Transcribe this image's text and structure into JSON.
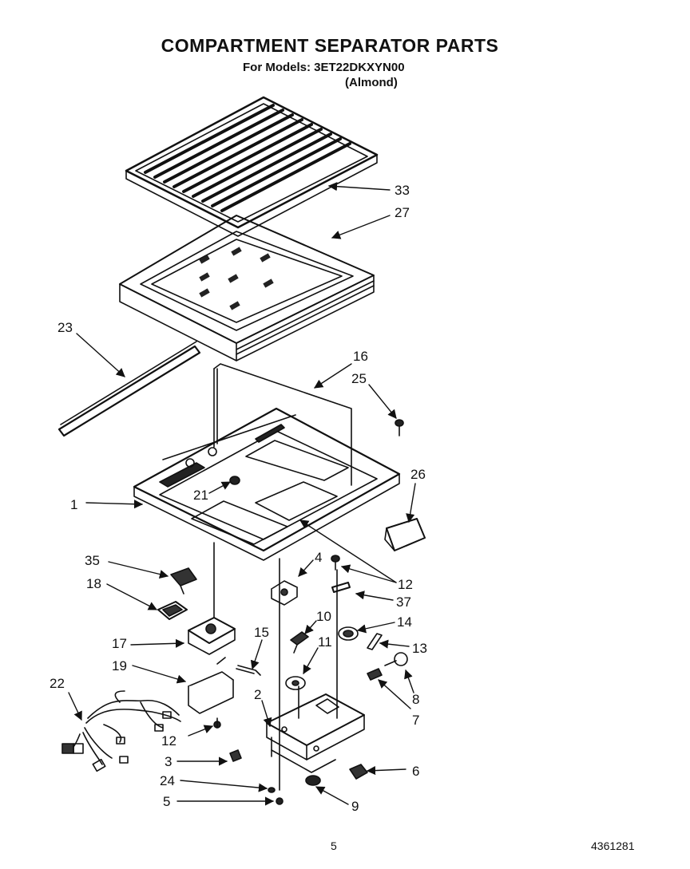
{
  "page": {
    "title": "COMPARTMENT SEPARATOR PARTS",
    "models_line": "For Models: 3ET22DKXYN00",
    "color_line": "(Almond)",
    "page_number": "5",
    "document_number": "4361281"
  },
  "callouts": [
    "33",
    "27",
    "23",
    "16",
    "25",
    "26",
    "1",
    "21",
    "4",
    "12",
    "37",
    "35",
    "18",
    "17",
    "14",
    "13",
    "15",
    "10",
    "11",
    "8",
    "19",
    "7",
    "22",
    "2",
    "12",
    "3",
    "6",
    "24",
    "9",
    "5"
  ]
}
